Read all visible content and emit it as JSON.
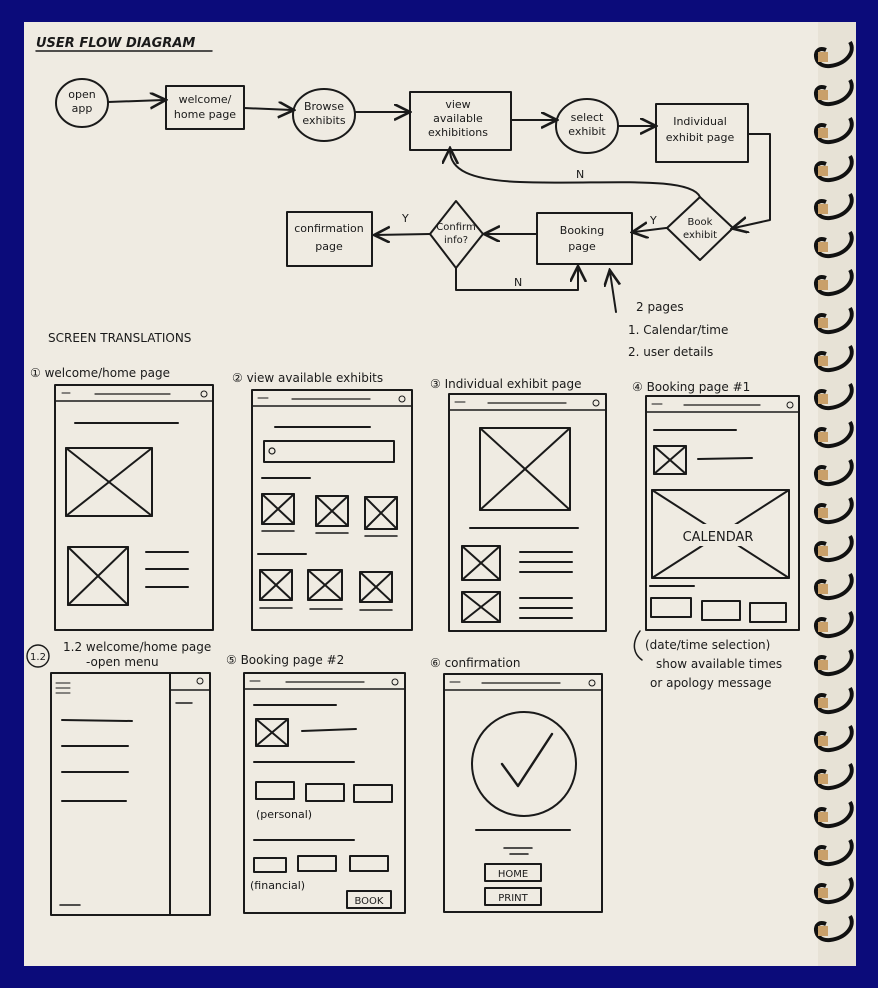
{
  "title": "USER FLOW DIAGRAM",
  "flow": {
    "open_app": [
      "open",
      "app"
    ],
    "welcome": [
      "welcome/",
      "home page"
    ],
    "browse": [
      "Browse",
      "exhibits"
    ],
    "view": [
      "view",
      "available",
      "exhibitions"
    ],
    "select": [
      "select",
      "exhibit"
    ],
    "individual": [
      "Individual",
      "exhibit page"
    ],
    "book": [
      "Book",
      "exhibit"
    ],
    "booking": [
      "Booking",
      "page"
    ],
    "confirm": [
      "Confirm",
      "info?"
    ],
    "confirmation": [
      "confirmation",
      "page"
    ],
    "yes": "Y",
    "no": "N",
    "pages_note": [
      "2 pages",
      "1. Calendar/time",
      "2. user details"
    ]
  },
  "screens_heading": "SCREEN TRANSLATIONS",
  "screens": {
    "s1": "① welcome/home page",
    "s2": "② view available exhibits",
    "s3": "③ Individual exhibit page",
    "s4": "④ Booking page #1",
    "s12_a": "1.2 welcome/home page",
    "s12_b": "-open menu",
    "s5": "⑤ Booking page #2",
    "s6": "⑥ confirmation"
  },
  "wireframe_labels": {
    "calendar": "CALENDAR",
    "personal": "(personal)",
    "financial": "(financial)",
    "book": "BOOK",
    "home": "HOME",
    "print": "PRINT"
  },
  "notes": {
    "booking_note": [
      "(date/time selection)",
      "show available times",
      "or apology message"
    ]
  }
}
